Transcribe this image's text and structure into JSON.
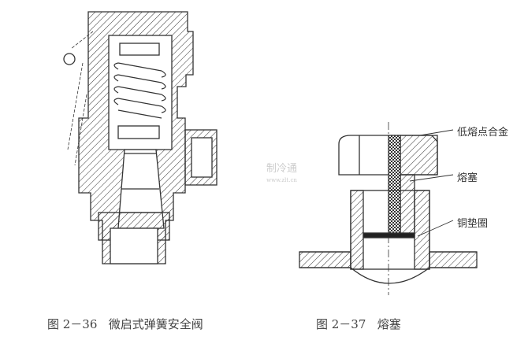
{
  "figures": [
    {
      "number": "图 2－36",
      "title": "微启式弹簧安全阀"
    },
    {
      "number": "图 2－37",
      "title": "熔塞"
    }
  ],
  "labels": [
    "低熔点合金",
    "熔塞",
    "铜垫圈"
  ],
  "watermark": {
    "text": "制冷通",
    "url": "www.zlt.cn"
  }
}
